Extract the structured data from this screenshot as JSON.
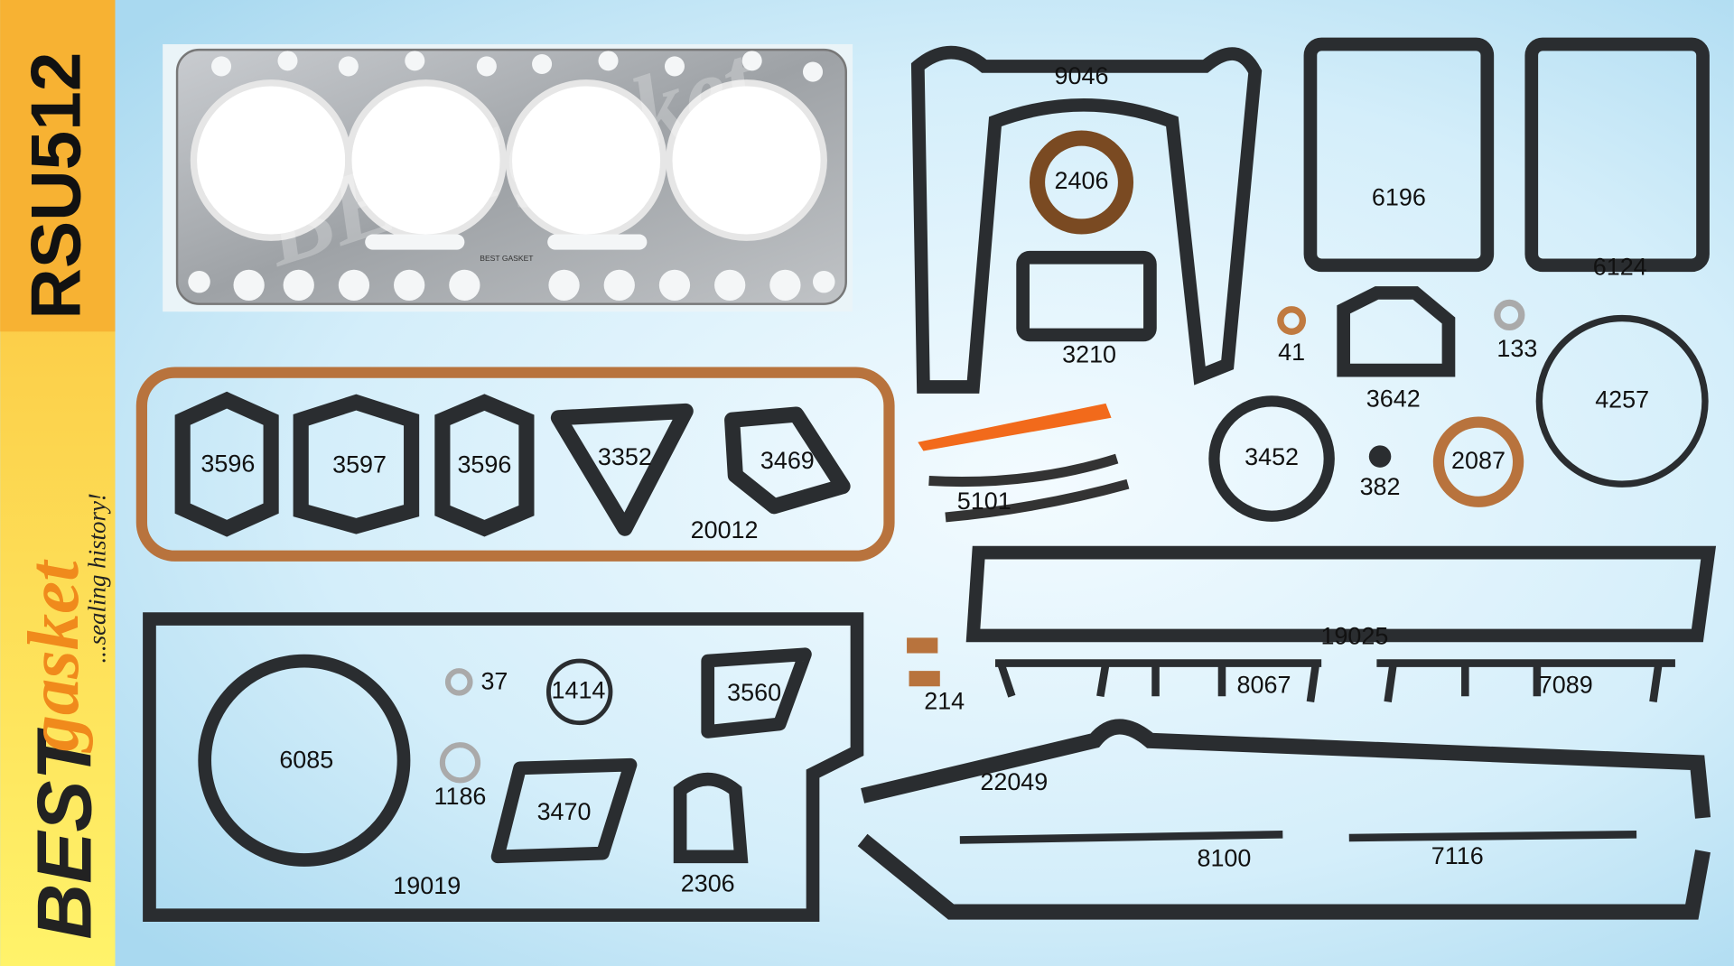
{
  "kit_number": "RSU512",
  "brand": {
    "name_bold": "BEST",
    "name_script": "gasket",
    "tagline": "...sealing history!"
  },
  "head_gasket_stamp": "BEST GASKET",
  "watermark": "BESTgasket",
  "colors": {
    "side_bar": "#fbd54a",
    "background": "#cfe9f6",
    "gasket": "#2a2d30",
    "cork": "#b8733d",
    "accent": "#f08a1c"
  },
  "parts": [
    "9046",
    "2406",
    "3210",
    "6196",
    "6124",
    "41",
    "3642",
    "133",
    "4257",
    "3596",
    "3597",
    "3596",
    "3352",
    "3469",
    "20012",
    "5101",
    "3452",
    "382",
    "2087",
    "19025",
    "6085",
    "37",
    "1414",
    "3560",
    "1186",
    "3470",
    "2306",
    "19019",
    "214",
    "8067",
    "7089",
    "22049",
    "8100",
    "7116"
  ]
}
